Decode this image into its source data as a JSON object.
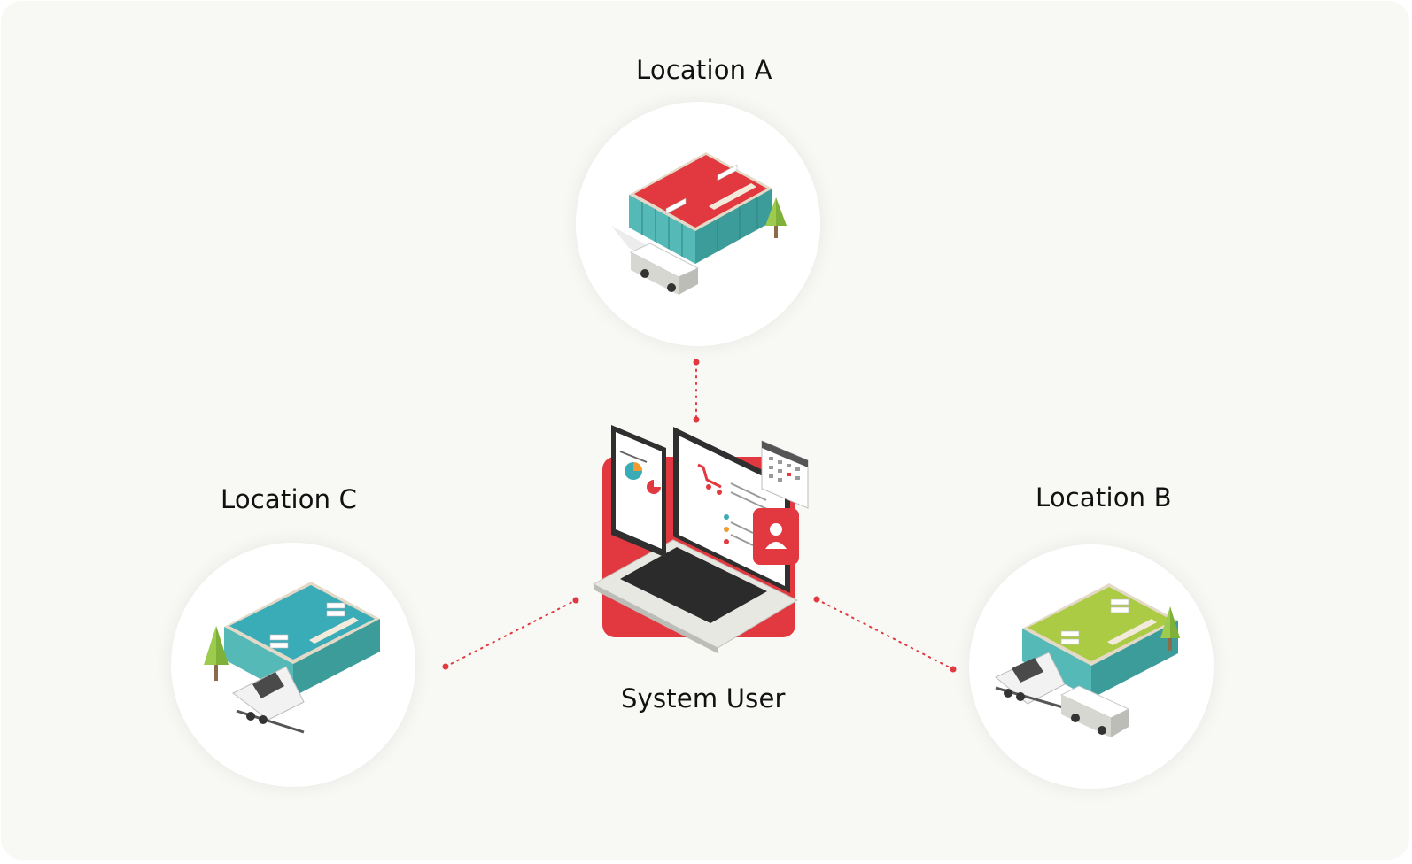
{
  "nodes": {
    "location_a": {
      "label": "Location A",
      "roof_color": "#e2383f"
    },
    "location_b": {
      "label": "Location B",
      "roof_color": "#abcb45"
    },
    "location_c": {
      "label": "Location C",
      "roof_color": "#3aacb8"
    },
    "system_user": {
      "label": "System User"
    }
  },
  "colors": {
    "accent": "#e2383f",
    "connector": "#e2383f",
    "glass": "#4bb0b0",
    "background": "#f8f8f5"
  },
  "icons": [
    "building-icon",
    "rv-camper-icon",
    "boat-trailer-icon",
    "tree-icon",
    "laptop-icon",
    "tablet-icon",
    "shopping-cart-icon",
    "calendar-icon",
    "user-badge-icon",
    "pie-chart-icon"
  ]
}
